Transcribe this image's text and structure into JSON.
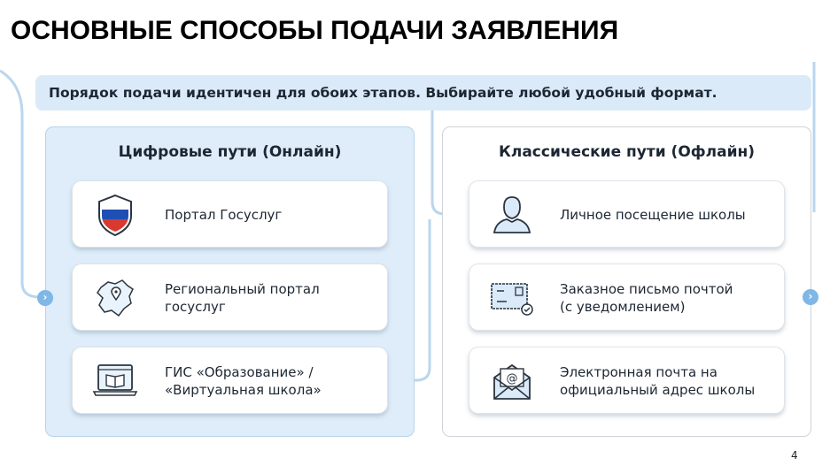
{
  "title": "ОСНОВНЫЕ СПОСОБЫ ПОДАЧИ ЗАЯВЛЕНИЯ",
  "banner": "Порядок подачи идентичен для обоих этапов. Выбирайте любой удобный формат.",
  "online": {
    "title": "Цифровые пути (Онлайн)",
    "items": [
      {
        "icon": "russian-flag-shield-icon",
        "lines": [
          "Портал Госуслуг"
        ]
      },
      {
        "icon": "region-map-pin-icon",
        "lines": [
          "Региональный портал",
          "госуслуг"
        ]
      },
      {
        "icon": "laptop-book-icon",
        "lines": [
          "ГИС «Образование» /",
          "«Виртуальная школа»"
        ]
      }
    ]
  },
  "offline": {
    "title": "Классические пути (Офлайн)",
    "items": [
      {
        "icon": "person-icon",
        "lines": [
          "Личное посещение школы"
        ]
      },
      {
        "icon": "registered-letter-icon",
        "lines": [
          "Заказное письмо почтой",
          "(с уведомлением)"
        ]
      },
      {
        "icon": "email-envelope-icon",
        "lines": [
          "Электронная почта на",
          "официальный адрес школы"
        ]
      }
    ]
  },
  "page_number": "4",
  "colors": {
    "accent": "#7fb7e6",
    "panel": "#deedf9",
    "banner": "#dbeaf8"
  }
}
